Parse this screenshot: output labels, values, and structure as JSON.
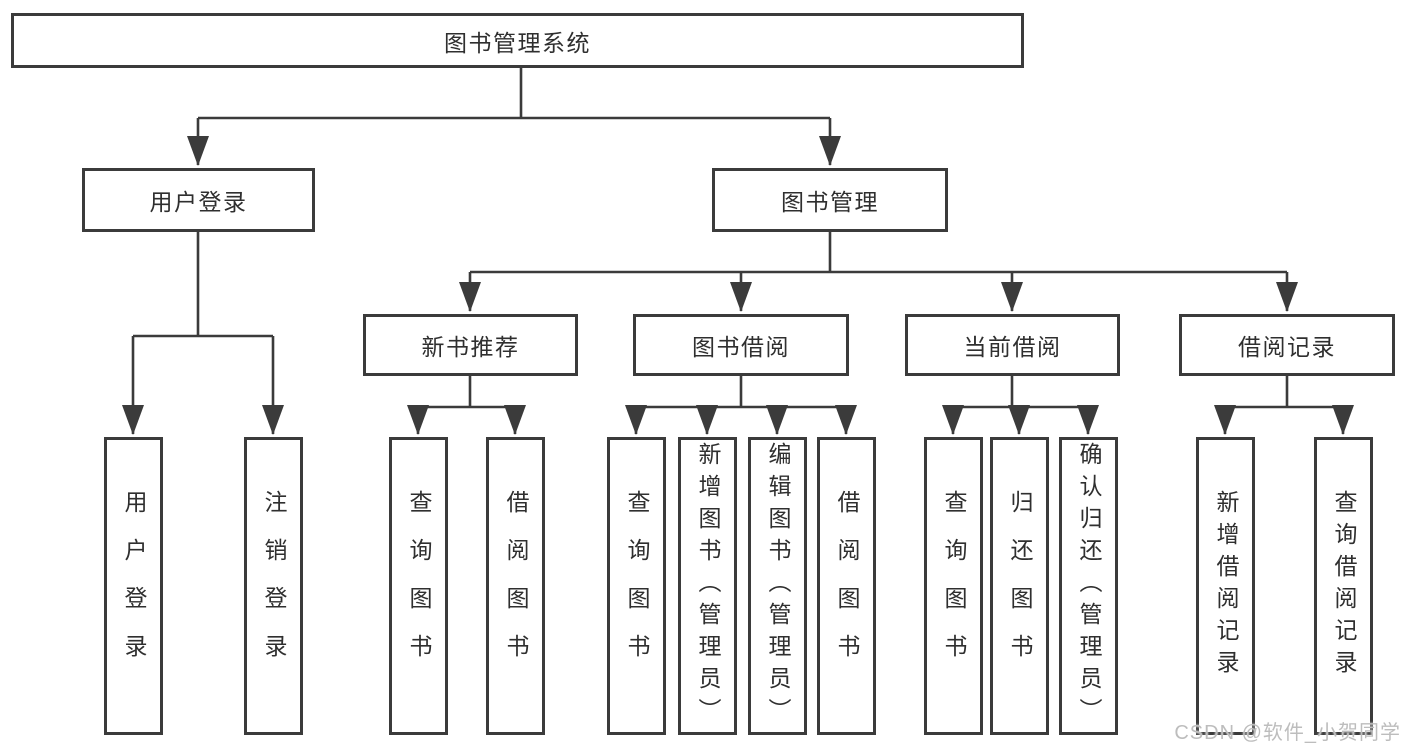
{
  "diagram": {
    "title": "图书管理系统",
    "branches": [
      {
        "label": "用户登录",
        "children": [
          "用户登录",
          "注销登录"
        ]
      },
      {
        "label": "图书管理",
        "groups": [
          {
            "label": "新书推荐",
            "children": [
              "查询图书",
              "借阅图书"
            ]
          },
          {
            "label": "图书借阅",
            "children": [
              "查询图书",
              "新增图书（管理员）",
              "编辑图书（管理员）",
              "借阅图书"
            ]
          },
          {
            "label": "当前借阅",
            "children": [
              "查询图书",
              "归还图书",
              "确认归还（管理员）"
            ]
          },
          {
            "label": "借阅记录",
            "children": [
              "新增借阅记录",
              "查询借阅记录"
            ]
          }
        ]
      }
    ]
  },
  "watermark": {
    "text": "CSDN @软件_小贺同学"
  },
  "colors": {
    "line": "#3b3b3b",
    "text": "#2f2f2f",
    "watermark": "#bdbdbd",
    "background": "#ffffff"
  }
}
